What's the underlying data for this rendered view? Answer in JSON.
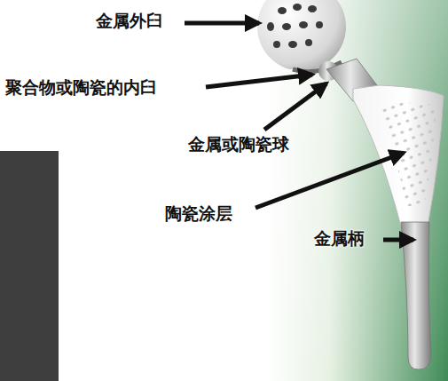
{
  "diagram": {
    "labels": [
      "金属外臼",
      "聚合物或陶瓷的内臼",
      "金属或陶瓷球",
      "陶瓷涂层",
      "金属柄"
    ]
  }
}
